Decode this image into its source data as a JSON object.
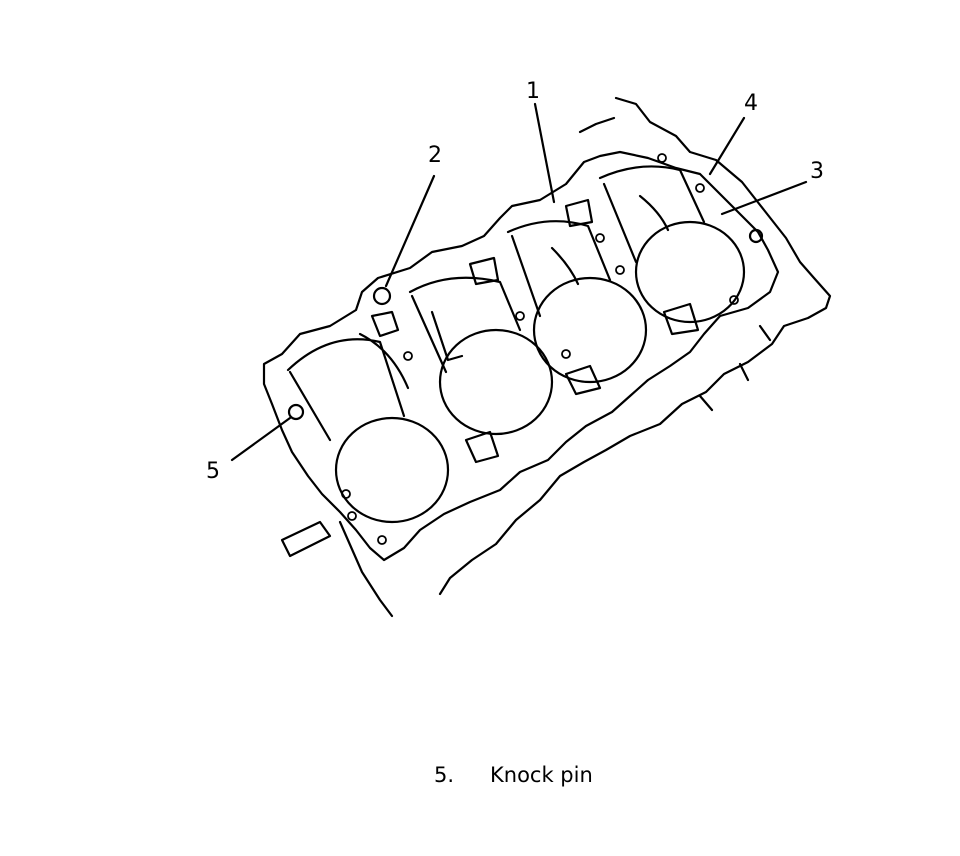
{
  "callouts": [
    {
      "label": "1"
    },
    {
      "label": "2"
    },
    {
      "label": "3"
    },
    {
      "label": "4"
    },
    {
      "label": "5"
    }
  ],
  "legend": {
    "number": "5.",
    "text": "Knock pin"
  },
  "colors": {
    "ink": "#000000",
    "paper": "#ffffff"
  }
}
